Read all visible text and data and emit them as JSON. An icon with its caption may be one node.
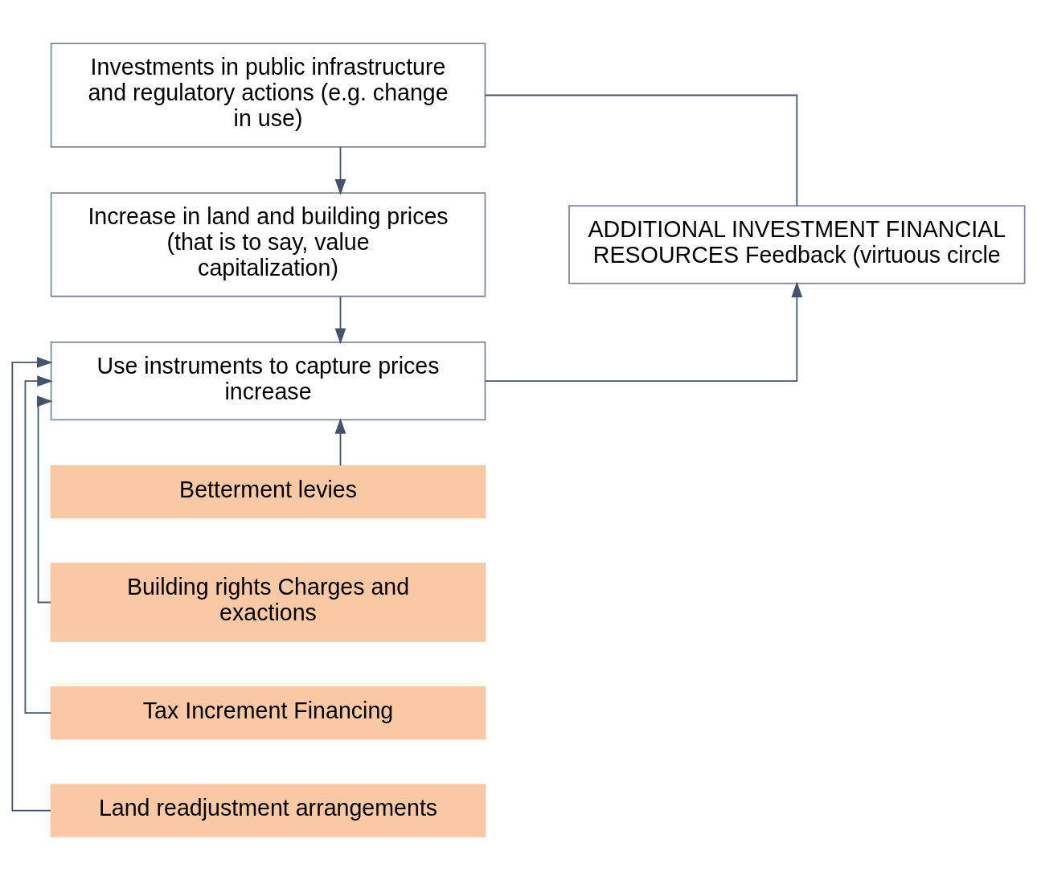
{
  "diagram": {
    "nodes": [
      {
        "text": [
          "Investments in public infrastructure and regulatory actions (e.g. change in use)"
        ]
      },
      {
        "text": [
          "ADDITIONAL INVESTMENT FINANCIAL RESOURCES Feedback (virtuous circle"
        ]
      },
      {
        "text": [
          "Increase in land and building prices (that is to say, value capitalization)"
        ]
      },
      {
        "text": [
          "Use instruments to capture prices increase"
        ]
      },
      {
        "text": [
          "Betterment levies"
        ]
      },
      {
        "text": [
          "Building rights Charges and exactions"
        ]
      },
      {
        "text": [
          "Tax Increment Financing"
        ]
      },
      {
        "text": [
          "Land readjustment arrangements"
        ]
      }
    ],
    "edges": [
      {
        "from": 0,
        "to": 2,
        "arrow": "to"
      },
      {
        "from": 2,
        "to": 3,
        "arrow": "to"
      },
      {
        "from": 3,
        "to": 1,
        "arrow": "to"
      },
      {
        "from": 1,
        "to": 0,
        "arrow": "none"
      },
      {
        "from": 4,
        "to": 3,
        "arrow": "to"
      },
      {
        "from": 5,
        "to": 3,
        "arrow": "to"
      },
      {
        "from": 6,
        "to": 3,
        "arrow": "to"
      },
      {
        "from": 7,
        "to": 3,
        "arrow": "to"
      }
    ]
  }
}
